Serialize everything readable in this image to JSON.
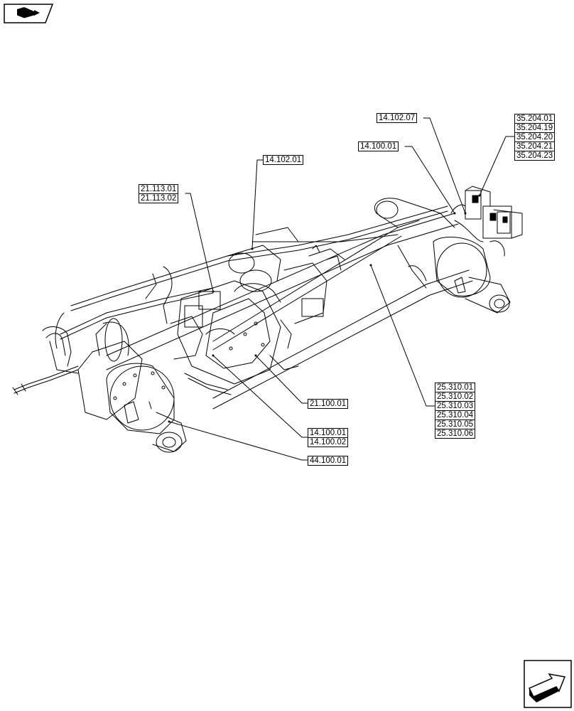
{
  "icons": {
    "top_left": "book-navigation-icon",
    "bottom_right": "next-page-arrow-icon"
  },
  "callouts": {
    "c14_102_07": "14.102.07",
    "c14_100_01_top": "14.100.01",
    "c14_102_01": "14.102.01",
    "c35_204": [
      "35.204.01",
      "35.204.19",
      "35.204.20",
      "35.204.21",
      "35.204.23"
    ],
    "c21_113": [
      "21.113.01",
      "21.113.02"
    ],
    "c25_310": [
      "25.310.01",
      "25.310.02",
      "25.310.03",
      "25.310.04",
      "25.310.05",
      "25.310.06"
    ],
    "c21_100_01": "21.100.01",
    "c14_100_bottom": [
      "14.100.01",
      "14.100.02"
    ],
    "c44_100_01": "44.100.01"
  },
  "colors": {
    "line": "#000000",
    "background": "#ffffff"
  }
}
